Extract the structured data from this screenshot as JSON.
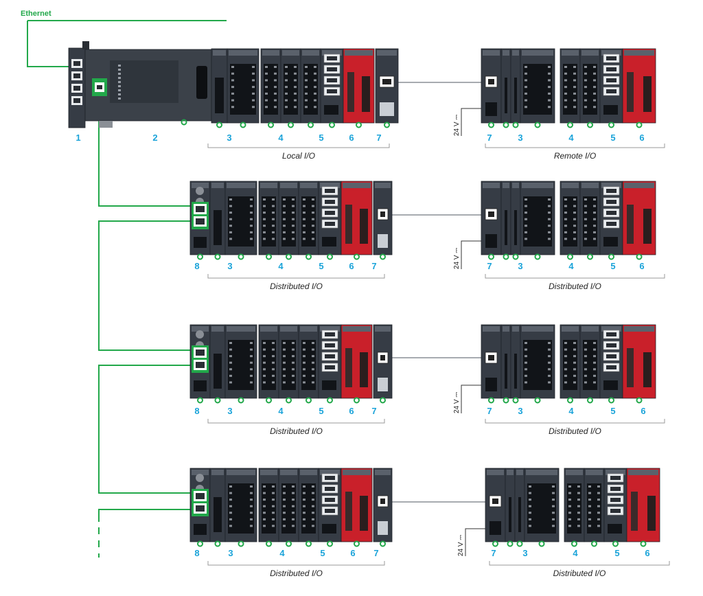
{
  "network_label": "Ethernet",
  "voltage_label": "24 V ⎓",
  "colors": {
    "network": "#22a84a",
    "callout": "#1aa3d9",
    "module_dark": "#363c45",
    "module_red": "#c9202a",
    "bracket": "#9a9a9a",
    "cable": "#8a8f96"
  },
  "callouts": {
    "n1": "1",
    "n2": "2",
    "n3": "3",
    "n4": "4",
    "n5": "5",
    "n6": "6",
    "n7": "7",
    "n8": "8"
  },
  "groups": {
    "local_io": "Local I/O",
    "remote_io": "Remote I/O",
    "distributed_io": "Distributed I/O"
  }
}
